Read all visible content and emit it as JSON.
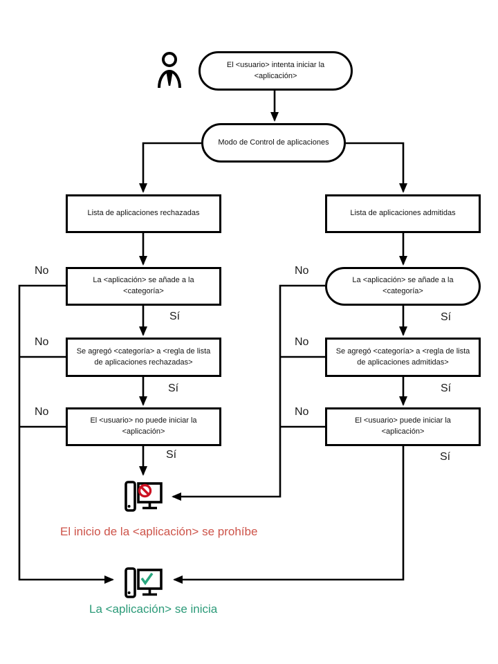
{
  "nodes": {
    "start": "El <usuario> intenta iniciar la <aplicación>",
    "mode": "Modo de Control de aplicaciones",
    "denylist": {
      "list": "Lista de aplicaciones rechazadas",
      "category": "La <aplicación> se añade a la <categoría>",
      "rule": "Se agregó <categoría> a <regla de lista de aplicaciones rechazadas>",
      "outcome": "El <usuario> no puede iniciar la <aplicación>"
    },
    "allowlist": {
      "list": "Lista de aplicaciones admitidas",
      "category": "La <aplicación> se añade a la <categoría>",
      "rule": "Se agregó <categoría> a <regla de lista de aplicaciones admitidas>",
      "outcome": "El <usuario> puede iniciar la <aplicación>"
    }
  },
  "edge_labels": {
    "no": "No",
    "yes": "Sí"
  },
  "results": {
    "prohibited": "El inicio de la <aplicación> se prohíbe",
    "started": "La <aplicación> se inicia"
  },
  "colors": {
    "line": "#000000",
    "box_border": "#000000",
    "prohibited_text": "#cd5349",
    "started_text": "#2b9a78",
    "prohibited_sign": "#cc1122",
    "check_sign": "#2aa77f"
  },
  "icons": {
    "user": "user-icon",
    "blocked": "computer-blocked-icon",
    "started": "computer-check-icon"
  }
}
